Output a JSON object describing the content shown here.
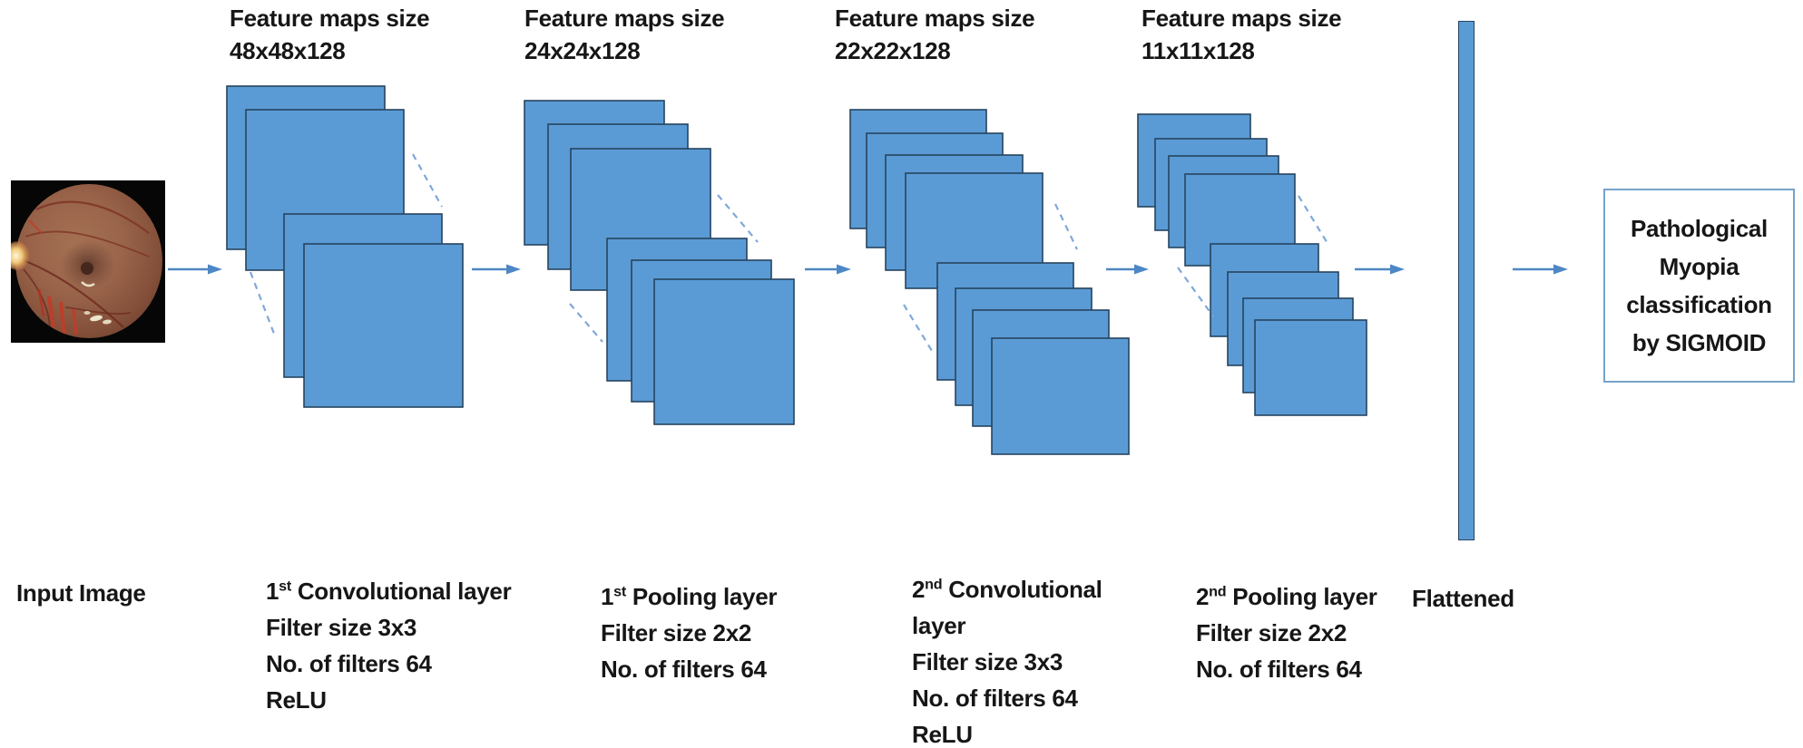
{
  "feature_maps": [
    {
      "title": "Feature maps size",
      "dims": "48x48x128"
    },
    {
      "title": "Feature maps size",
      "dims": "24x24x128"
    },
    {
      "title": "Feature maps size",
      "dims": "22x22x128"
    },
    {
      "title": "Feature maps size",
      "dims": "11x11x128"
    }
  ],
  "input": {
    "label": "Input Image"
  },
  "layers": {
    "conv1": {
      "ord": "1",
      "sup": "st",
      "name": " Convolutional layer",
      "lines": [
        "Filter size 3x3",
        "No. of filters 64",
        "ReLU"
      ]
    },
    "pool1": {
      "ord": "1",
      "sup": "st",
      "name": " Pooling layer",
      "lines": [
        "Filter size 2x2",
        "No. of filters 64"
      ]
    },
    "conv2": {
      "ord": "2",
      "sup": "nd",
      "name": " Convolutional",
      "name_wrap": "layer",
      "lines": [
        "Filter size 3x3",
        "No. of filters 64",
        "ReLU"
      ]
    },
    "pool2": {
      "ord": "2",
      "sup": "nd",
      "name": " Pooling layer",
      "lines": [
        "Filter size 2x2",
        "No. of filters 64"
      ]
    }
  },
  "flattened": {
    "label": "Flattened"
  },
  "output_box": {
    "lines": [
      "Pathological",
      "Myopia",
      "classification",
      "by SIGMOID"
    ]
  },
  "colors": {
    "sheet_fill": "#5b9bd5",
    "sheet_border": "#26445f",
    "arrow": "#4e87c5",
    "dash": "#7fa8d9",
    "output_border": "#76a3c9"
  }
}
